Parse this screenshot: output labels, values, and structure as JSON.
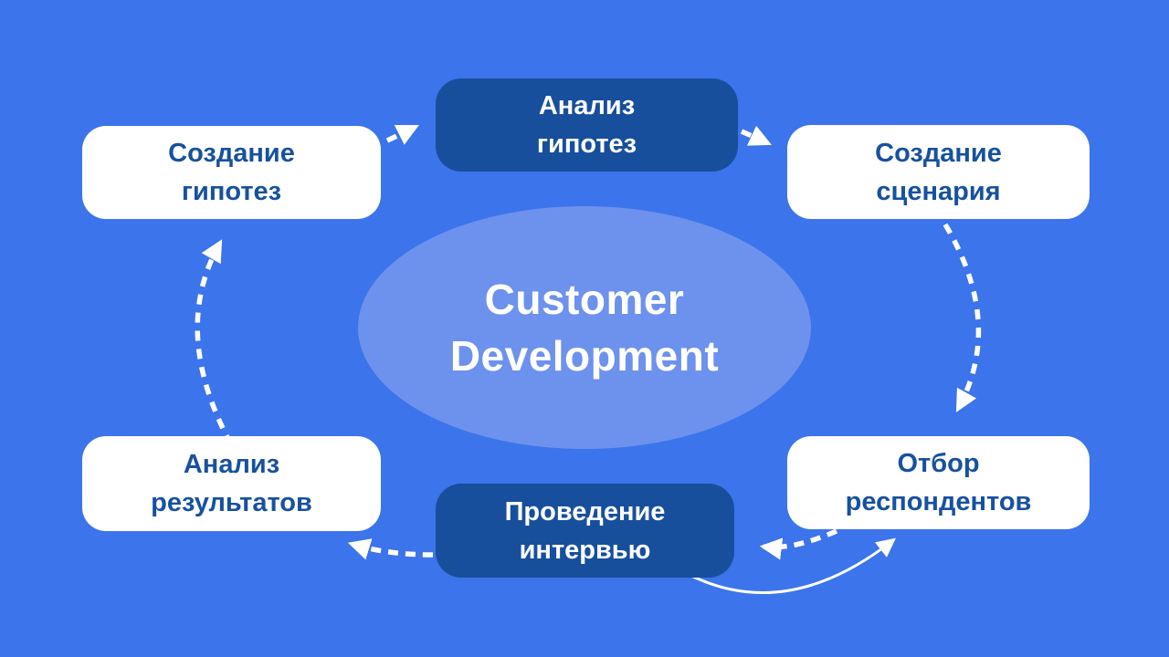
{
  "title": "Customer Development cycle diagram",
  "colors": {
    "background": "#3C74EB",
    "dark_node": "#174F9D",
    "light_node": "#FFFFFF",
    "dark_node_text": "#FFFFFF",
    "light_node_text": "#17519F",
    "ellipse": "#6D92ED",
    "arrow": "#FFFFFF"
  },
  "center": {
    "title": "Customer Development",
    "line1": "Customer",
    "line2": "Development"
  },
  "nodes": [
    {
      "id": "create-hypotheses",
      "label": "Создание гипотез",
      "line1": "Создание",
      "line2": "гипотез",
      "variant": "light"
    },
    {
      "id": "analyze-hypotheses",
      "label": "Анализ гипотез",
      "line1": "Анализ",
      "line2": "гипотез",
      "variant": "dark"
    },
    {
      "id": "create-scenario",
      "label": "Создание сценария",
      "line1": "Создание",
      "line2": "сценария",
      "variant": "light"
    },
    {
      "id": "select-respondents",
      "label": "Отбор респондентов",
      "line1": "Отбор",
      "line2": "респондентов",
      "variant": "light"
    },
    {
      "id": "conduct-interview",
      "label": "Проведение интервью",
      "line1": "Проведение",
      "line2": "интервью",
      "variant": "dark"
    },
    {
      "id": "analyze-results",
      "label": "Анализ результатов",
      "line1": "Анализ",
      "line2": "результатов",
      "variant": "light"
    }
  ],
  "connections": [
    {
      "from": "Создание гипотез",
      "to": "Анализ гипотез",
      "style": "dashed"
    },
    {
      "from": "Анализ гипотез",
      "to": "Создание сценария",
      "style": "dashed"
    },
    {
      "from": "Создание сценария",
      "to": "Отбор респондентов",
      "style": "dashed"
    },
    {
      "from": "Отбор респондентов",
      "to": "Проведение интервью",
      "style": "dashed"
    },
    {
      "from": "Проведение интервью",
      "to": "Анализ результатов",
      "style": "dashed"
    },
    {
      "from": "Анализ результатов",
      "to": "Создание гипотез",
      "style": "dashed"
    },
    {
      "from": "Проведение интервью",
      "to": "Отбор респондентов",
      "style": "solid"
    }
  ]
}
